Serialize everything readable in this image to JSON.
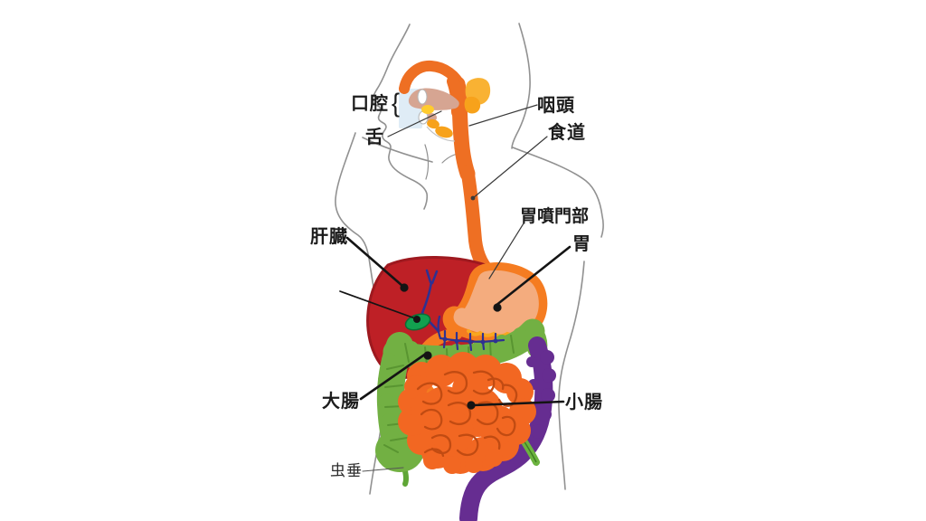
{
  "labels": {
    "oral_cavity": "口腔",
    "oral_cavity_bracket": "{",
    "tongue": "舌",
    "pharynx": "咽頭",
    "esophagus": "食道",
    "gastric_cardia": "胃噴門部",
    "stomach": "胃",
    "liver": "肝臓",
    "large_intestine": "大腸",
    "small_intestine": "小腸",
    "appendix": "虫垂"
  },
  "colors": {
    "background": "#ffffff",
    "outline_gray": "#919191",
    "esophagus_orange": "#EE6F23",
    "tongue_pink": "#D6A592",
    "salivary_yellow": "#F9B233",
    "salivary_orange": "#F7A21B",
    "mouth_highlight_blue": "#D9E9F5",
    "liver_red": "#BE2026",
    "liver_edge": "#9E191F",
    "gallbladder_green": "#12A14F",
    "bile_duct_blue": "#2E3192",
    "stomach_orange": "#F57C21",
    "stomach_inner": "#F4AC7E",
    "stomach_fringe": "#F9A61F",
    "large_intestine_green": "#72B043",
    "haustra_shade": "#55912E",
    "small_intestine_orange": "#F26722",
    "intestine_line": "#C14B12",
    "colon_purple": "#662D91",
    "pointer_black": "#141414",
    "label_text": "#1c1c1c"
  }
}
